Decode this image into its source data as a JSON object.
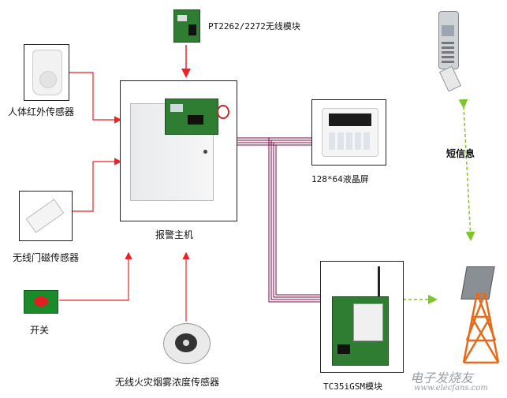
{
  "labels": {
    "pt_module": "PT2262/2272无线模块",
    "pir_sensor": "人体红外传感器",
    "door_sensor": "无线门磁传感器",
    "switch": "开关",
    "alarm_host": "报警主机",
    "lcd": "128*64液晶屏",
    "gsm_module": "TC35iGSM模块",
    "smoke_sensor": "无线火灾烟雾浓度传感器",
    "sms": "短信息"
  },
  "watermark": {
    "main": "电子发烧友",
    "url": "www.elecfans.com"
  },
  "colors": {
    "red_line": "#ee2222",
    "bus_line": "#800040",
    "green_dashed": "#7cc62a",
    "watermark": "#9aa0a6"
  }
}
